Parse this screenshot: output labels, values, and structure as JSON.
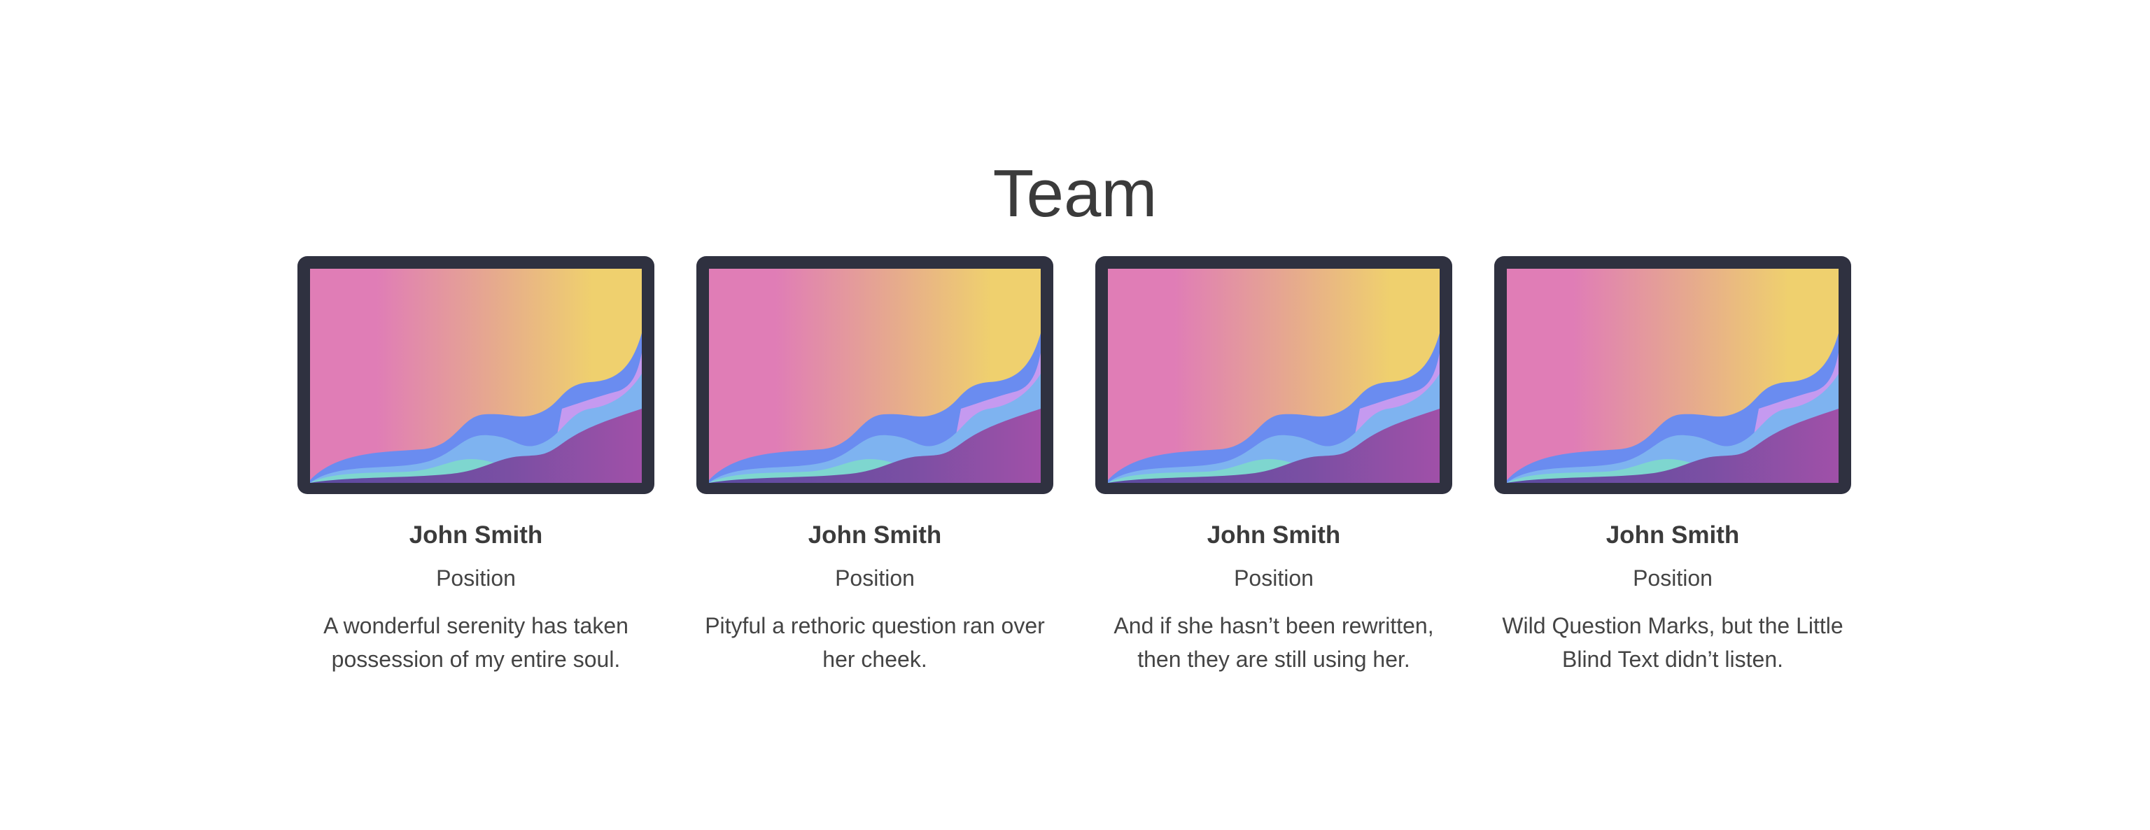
{
  "section": {
    "title": "Team"
  },
  "colors": {
    "frame": "#2f3140",
    "gradient_left": "#e07db6",
    "gradient_right": "#efd06e",
    "wave_blue": "#6a8cf0",
    "wave_teal": "#7ed6d6",
    "wave_lilac": "#c59af0",
    "wave_purple": "#8b4fa6"
  },
  "members": [
    {
      "photo_icon": "landscape-placeholder-icon",
      "name": "John Smith",
      "position": "Position",
      "bio": "A wonderful serenity has taken possession of my entire soul."
    },
    {
      "photo_icon": "landscape-placeholder-icon",
      "name": "John Smith",
      "position": "Position",
      "bio": "Pityful a rethoric question ran over her cheek."
    },
    {
      "photo_icon": "landscape-placeholder-icon",
      "name": "John Smith",
      "position": "Position",
      "bio": "And if she hasn’t been rewritten, then they are still using her."
    },
    {
      "photo_icon": "landscape-placeholder-icon",
      "name": "John Smith",
      "position": "Position",
      "bio": "Wild Question Marks, but the Little Blind Text didn’t listen."
    }
  ]
}
